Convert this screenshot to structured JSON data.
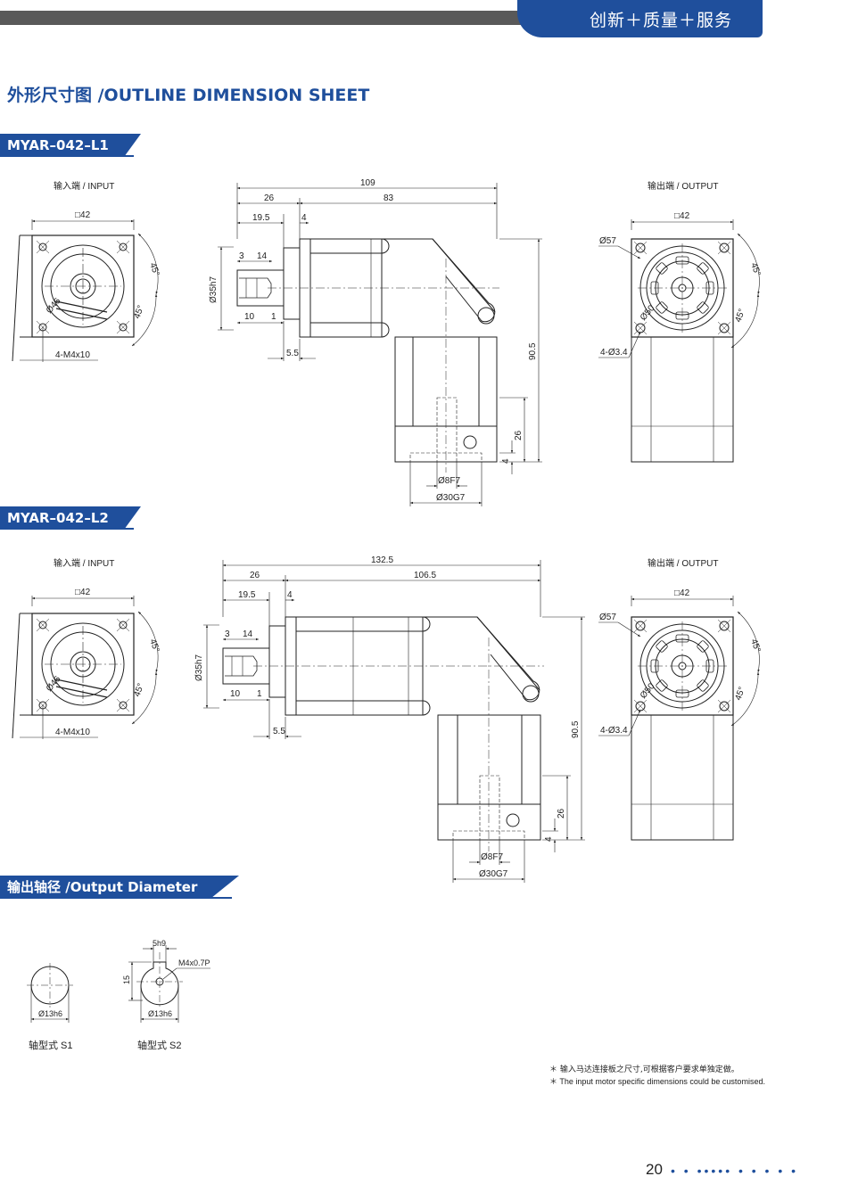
{
  "header": {
    "brand_tagline": "创新＋质量＋服务"
  },
  "page_title": "外形尺寸图 /OUTLINE DIMENSION SHEET",
  "sections": {
    "l1": {
      "tag": "MYAR–042–L1",
      "input_label": "输入端 / INPUT",
      "output_label": "输出端 / OUTPUT",
      "dims": {
        "sq_in": "□42",
        "dia46": "Ø46",
        "bolt": "4-M4x10",
        "ang45a": "45°",
        "ang45b": "45°",
        "d109": "109",
        "d26": "26",
        "d83": "83",
        "d195": "19.5",
        "d4": "4",
        "d3": "3",
        "d14": "14",
        "d35": "Ø35h7",
        "d10": "10",
        "d1": "1",
        "d55": "5.5",
        "d905": "90.5",
        "d26b": "26",
        "d4b": "4",
        "d8": "Ø8F7",
        "d30": "Ø30G7",
        "sq_out": "□42",
        "d57": "Ø57",
        "d50": "Ø50",
        "hole": "4-Ø3.4",
        "ang45c": "45°",
        "ang45d": "45°"
      }
    },
    "l2": {
      "tag": "MYAR–042–L2",
      "input_label": "输入端 / INPUT",
      "output_label": "输出端 / OUTPUT",
      "dims": {
        "sq_in": "□42",
        "dia46": "Ø46",
        "bolt": "4-M4x10",
        "ang45a": "45°",
        "ang45b": "45°",
        "d1325": "132.5",
        "d26": "26",
        "d1065": "106.5",
        "d195": "19.5",
        "d4": "4",
        "d3": "3",
        "d14": "14",
        "d35": "Ø35h7",
        "d10": "10",
        "d1": "1",
        "d55": "5.5",
        "d905": "90.5",
        "d26b": "26",
        "d4b": "4",
        "d8": "Ø8F7",
        "d30": "Ø30G7",
        "sq_out": "□42",
        "d57": "Ø57",
        "d50": "Ø50",
        "hole": "4-Ø3.4",
        "ang45c": "45°",
        "ang45d": "45°"
      }
    },
    "shaft": {
      "tag": "输出轴径 /Output Diameter",
      "s1_dim": "Ø13h6",
      "s1_label": "轴型式 S1",
      "s2_key": "5h9",
      "s2_thread": "M4x0.7P",
      "s2_height": "15",
      "s2_dim": "Ø13h6",
      "s2_label": "轴型式 S2"
    }
  },
  "notes": {
    "cn": "＊ 输入马达连接板之尺寸,可根据客户要求单独定做。",
    "en": "＊ The input motor specific dimensions could be customised."
  },
  "footer": {
    "page_number": "20",
    "dots": "• • ••••• • • • • •"
  },
  "colors": {
    "brand_blue": "#1f4f9c",
    "bar_gray": "#595959"
  }
}
